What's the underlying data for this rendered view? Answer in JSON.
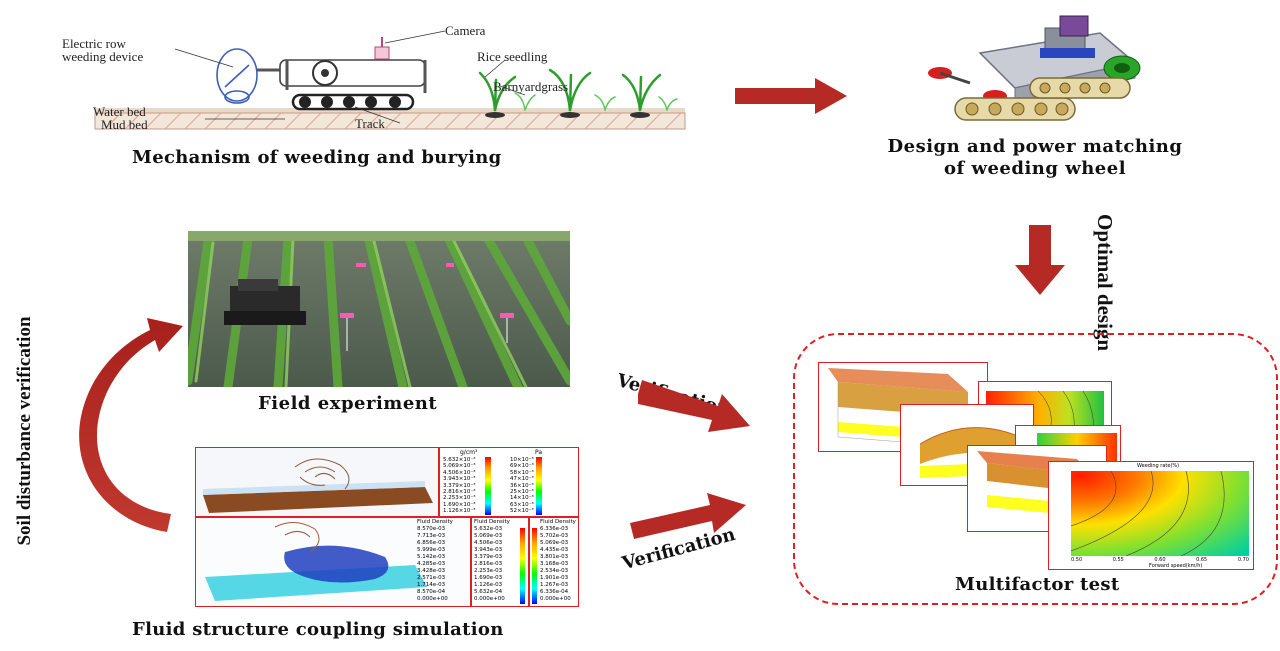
{
  "mechanism": {
    "caption": "Mechanism of weeding and burying",
    "labels": {
      "electric_row": "Electric row",
      "weeding_device": "weeding device",
      "camera": "Camera",
      "rice_seedling": "Rice seedling",
      "barnyardgrass": "Barnyardgrass",
      "water_bed": "Water bed",
      "mud_bed": "Mud bed",
      "track": "Track"
    }
  },
  "design": {
    "caption_line1": "Design and power matching",
    "caption_line2": "of weeding wheel"
  },
  "optimal_design": "Optimal design",
  "soil_disturbance": "Soil disturbance verification",
  "field": {
    "caption": "Field experiment"
  },
  "simulation": {
    "caption": "Fluid structure coupling simulation",
    "legend_density_title": "g/cm³",
    "legend_pa_title": "Pa",
    "legend_density_values": [
      "5.632×10⁻³",
      "5.069×10⁻³",
      "4.506×10⁻³",
      "3.943×10⁻³",
      "3.379×10⁻³",
      "2.816×10⁻³",
      "2.253×10⁻³",
      "1.690×10⁻³",
      "1.126×10⁻³"
    ],
    "legend_pa_values": [
      "10×10⁻³",
      "69×10⁻³",
      "58×10⁻³",
      "47×10⁻³",
      "36×10⁻³",
      "25×10⁻³",
      "14×10⁻³",
      "63×10⁻³",
      "52×10⁻³"
    ],
    "fluid_density_title": "Fluid Density",
    "fluid_density_values_a": [
      "8.570e-03",
      "7.713e-03",
      "6.856e-03",
      "5.999e-03",
      "5.142e-03",
      "4.285e-03",
      "3.428e-03",
      "2.571e-03",
      "1.714e-03",
      "8.570e-04",
      "0.000e+00"
    ],
    "fluid_density_values_b": [
      "5.632e-03",
      "5.069e-03",
      "4.506e-03",
      "3.943e-03",
      "3.379e-03",
      "2.816e-03",
      "2.253e-03",
      "1.690e-03",
      "1.126e-03",
      "5.632e-04",
      "0.000e+00"
    ],
    "fluid_density_values_c": [
      "6.336e-03",
      "5.702e-03",
      "5.069e-03",
      "4.435e-03",
      "3.801e-03",
      "3.168e-03",
      "2.534e-03",
      "1.901e-03",
      "1.267e-03",
      "6.336e-04",
      "0.000e+00"
    ]
  },
  "verification_top": "Verification",
  "verification_bottom": "Verification",
  "multifactor": {
    "caption": "Multifactor test",
    "contour_title": "Weeding rate(%)",
    "x_axis_label": "Forward speed(km/h)",
    "x_ticks": [
      "0.50",
      "0.55",
      "0.60",
      "0.65",
      "0.70"
    ]
  },
  "colors": {
    "arrow_red": "#b52a24",
    "dashed_border": "#e02020",
    "frame_red": "#e02020"
  }
}
